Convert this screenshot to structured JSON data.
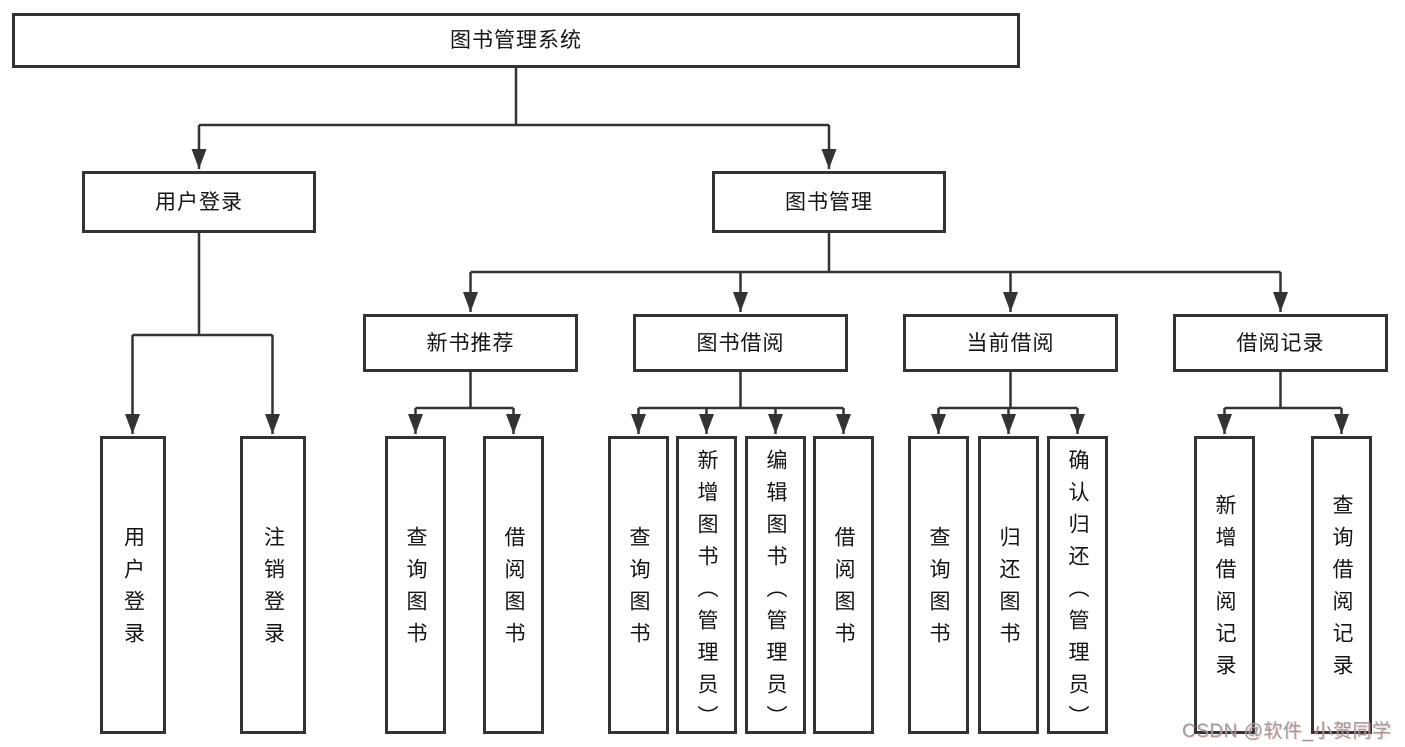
{
  "page": {
    "background_color": "#ffffff",
    "line_color": "#333333",
    "box_fill": "#ffffff",
    "text_color": "#141414"
  },
  "watermark": {
    "text": "CSDN @软件_小贺同学",
    "color": "#9c9c9c"
  },
  "tree": {
    "label": "图书管理系统",
    "children": [
      {
        "label": "用户登录",
        "children": [
          {
            "label": "用户登录"
          },
          {
            "label": "注销登录"
          }
        ]
      },
      {
        "label": "图书管理",
        "children": [
          {
            "label": "新书推荐",
            "children": [
              {
                "label": "查询图书"
              },
              {
                "label": "借阅图书"
              }
            ]
          },
          {
            "label": "图书借阅",
            "children": [
              {
                "label": "查询图书"
              },
              {
                "label": "新增图书（管理员）"
              },
              {
                "label": "编辑图书（管理员）"
              },
              {
                "label": "借阅图书"
              }
            ]
          },
          {
            "label": "当前借阅",
            "children": [
              {
                "label": "查询图书"
              },
              {
                "label": "归还图书"
              },
              {
                "label": "确认归还（管理员）"
              }
            ]
          },
          {
            "label": "借阅记录",
            "children": [
              {
                "label": "新增借阅记录"
              },
              {
                "label": "查询借阅记录"
              }
            ]
          }
        ]
      }
    ]
  }
}
